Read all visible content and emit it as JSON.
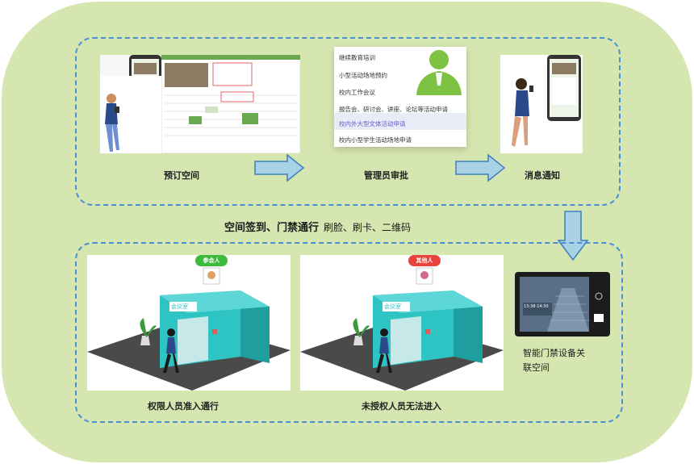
{
  "steps": {
    "book": "预订空间",
    "approve": "管理员审批",
    "notify": "消息通知"
  },
  "approval_menu": [
    {
      "label": "继续教育培训",
      "highlight": false
    },
    {
      "label": "小型活动场地预约",
      "highlight": false
    },
    {
      "label": "校内工作会议",
      "highlight": false
    },
    {
      "label": "报告会、研讨会、讲座、论坛等活动申请",
      "highlight": false
    },
    {
      "label": "校内外大型文体活动申请",
      "highlight": true
    },
    {
      "label": "校内小型学生活动场地申请",
      "highlight": false
    }
  ],
  "checkin": {
    "title": "空间签到、门禁通行",
    "methods": "刷脸、刷卡、二维码"
  },
  "scenes": {
    "allowed_tag": "参会人",
    "denied_tag": "其他人",
    "room_sign": "会议室",
    "allowed_caption": "权限人员准入通行",
    "denied_caption": "未授权人员无法进入"
  },
  "device": {
    "caption_line1": "智能门禁设备关",
    "caption_line2": "联空间",
    "screen_time": "13:38-14:30"
  },
  "colors": {
    "background": "#d6e6b0",
    "dash": "#4a8fd6",
    "arrow": "#a9d2e4",
    "room": "#2ec4c4",
    "allowed_tag": "#3cba3c",
    "denied_tag": "#e8433c"
  }
}
